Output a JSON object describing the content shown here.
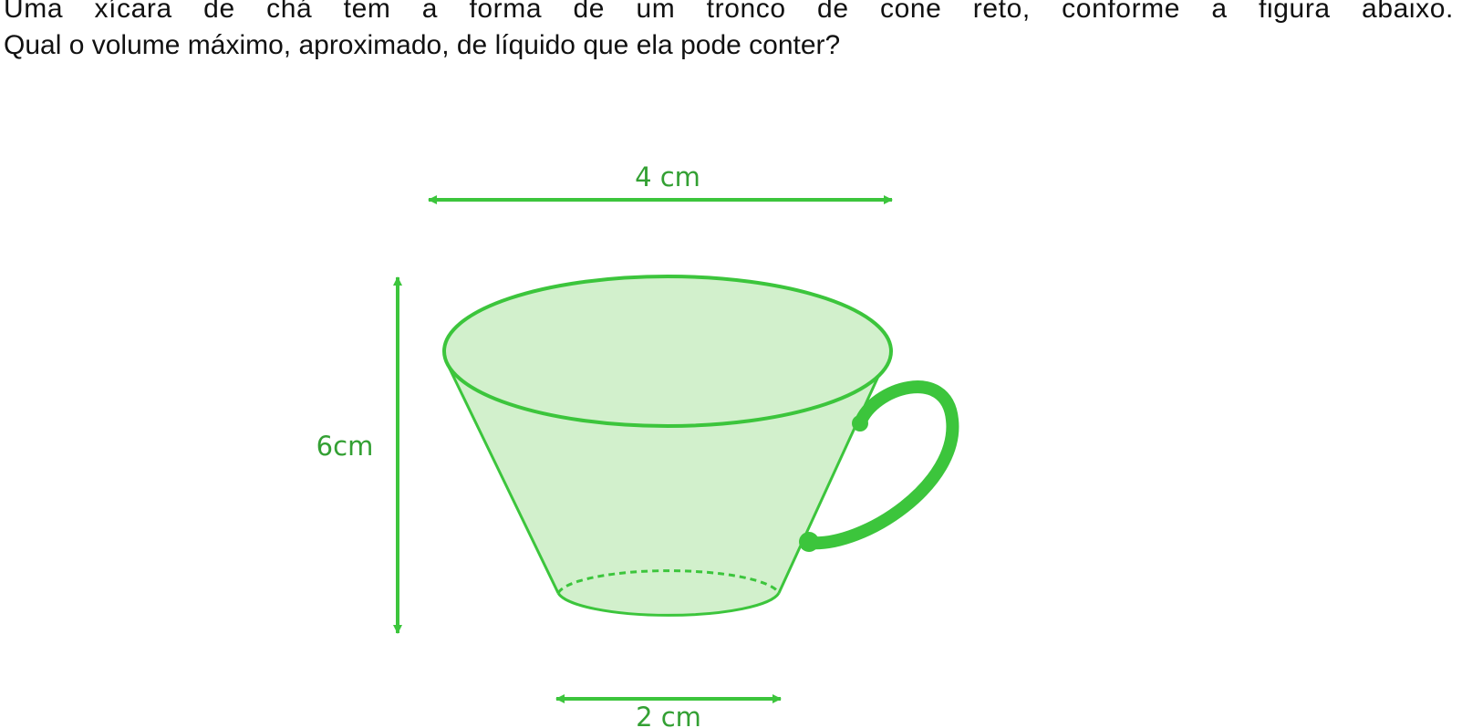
{
  "question": {
    "line_1": "Uma xícara de chá tem a forma de um tronco de cone reto, conforme a figura abaixo.",
    "line_2": "Qual o volume máximo, aproximado, de líquido que ela pode conter?"
  },
  "figure": {
    "top_diameter_label": "4 cm",
    "height_label": "6cm",
    "bottom_diameter_label": "2 cm",
    "colors": {
      "stroke": "#3cc53c",
      "fill": "#d2f0cc",
      "label": "#33a033"
    }
  }
}
